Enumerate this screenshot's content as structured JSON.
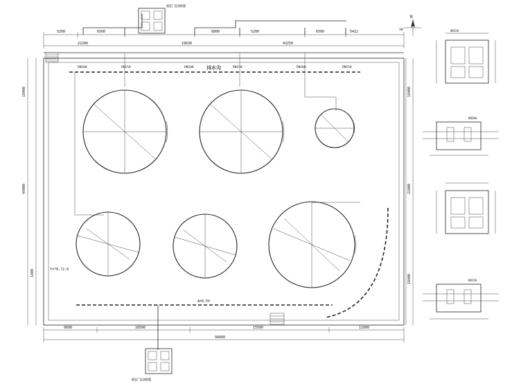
{
  "drainage_label": "排水沟",
  "north": {
    "letter": "N",
    "angle_label": "30°"
  },
  "dims": {
    "top": [
      "5200",
      "6500",
      "6800",
      "5200",
      "6500",
      "5412"
    ],
    "top_segments": [
      "22200",
      "19630",
      "43250"
    ],
    "left": [
      "18400",
      "49000",
      "1400"
    ],
    "right": [
      "18400",
      "21000",
      "18400"
    ],
    "bottom": [
      "9600",
      "16500",
      "15500",
      "11000"
    ],
    "bottom_total": "94000"
  },
  "pipe_labels": [
    "DN200",
    "DN150",
    "DN200",
    "DN150",
    "DN200",
    "DN150"
  ],
  "valve_labels": [
    "接至厂区消防管",
    "接至厂区消防管"
  ],
  "notes": [
    "Y=?0,?2,0",
    "A=0.5%"
  ],
  "detail_labels": [
    "DN150",
    "DN200",
    "DN150"
  ]
}
